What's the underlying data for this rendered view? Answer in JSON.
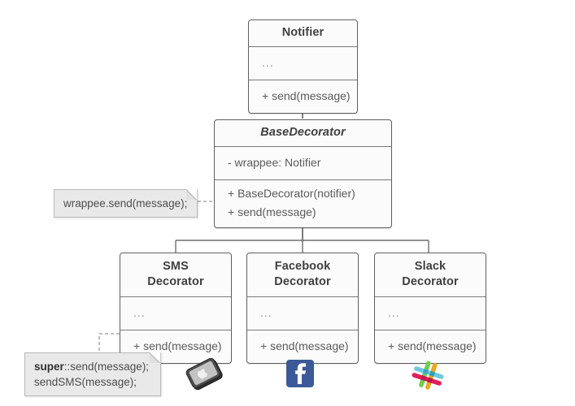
{
  "diagram": {
    "title": "Decorator pattern UML class diagram",
    "colors": {
      "box_fill": "#fbfbfb",
      "box_border": "#606060",
      "note_fill": "#e9e9e9",
      "note_border": "#b9b9b9",
      "text": "#4a4a4a",
      "title_text": "#404040",
      "connector": "#6e6e6e",
      "facebook_blue": "#3b5998",
      "slack_green": "#6ecadc",
      "slack_yellow": "#e9a820",
      "slack_pink": "#e01e5a",
      "slack_teal": "#70cf4f",
      "phone_dark": "#3f3f3f"
    },
    "classes": [
      {
        "id": "notifier",
        "name": "Notifier",
        "abstract": false,
        "attributes": [
          "..."
        ],
        "methods": [
          "+ send(message)"
        ]
      },
      {
        "id": "base-decorator",
        "name": "BaseDecorator",
        "abstract": true,
        "attributes": [
          "- wrappee: Notifier"
        ],
        "methods": [
          "+ BaseDecorator(notifier)",
          "+ send(message)"
        ]
      },
      {
        "id": "sms-decorator",
        "name_line1": "SMS",
        "name_line2": "Decorator",
        "abstract": false,
        "attributes": [
          "..."
        ],
        "methods": [
          "+ send(message)"
        ]
      },
      {
        "id": "facebook-decorator",
        "name_line1": "Facebook",
        "name_line2": "Decorator",
        "abstract": false,
        "attributes": [
          "..."
        ],
        "methods": [
          "+ send(message)"
        ]
      },
      {
        "id": "slack-decorator",
        "name_line1": "Slack",
        "name_line2": "Decorator",
        "abstract": false,
        "attributes": [
          "..."
        ],
        "methods": [
          "+ send(message)"
        ]
      }
    ],
    "notes": [
      {
        "id": "wrappee-note",
        "lines": [
          "wrappee.send(message);"
        ],
        "attached_to": "base-decorator"
      },
      {
        "id": "sms-send-note",
        "line1_bold": "super",
        "line1_rest": "::send(message);",
        "line2": "sendSMS(message);",
        "attached_to": "sms-decorator"
      }
    ],
    "icons": [
      {
        "id": "phone-icon",
        "label": "smartphone"
      },
      {
        "id": "facebook-icon",
        "label": "facebook",
        "glyph": "f"
      },
      {
        "id": "slack-icon",
        "label": "slack"
      }
    ],
    "relations": [
      {
        "type": "generalization",
        "from": "base-decorator",
        "to": "notifier"
      },
      {
        "type": "generalization",
        "from": "sms-decorator",
        "to": "base-decorator"
      },
      {
        "type": "generalization",
        "from": "facebook-decorator",
        "to": "base-decorator"
      },
      {
        "type": "generalization",
        "from": "slack-decorator",
        "to": "base-decorator"
      }
    ]
  }
}
